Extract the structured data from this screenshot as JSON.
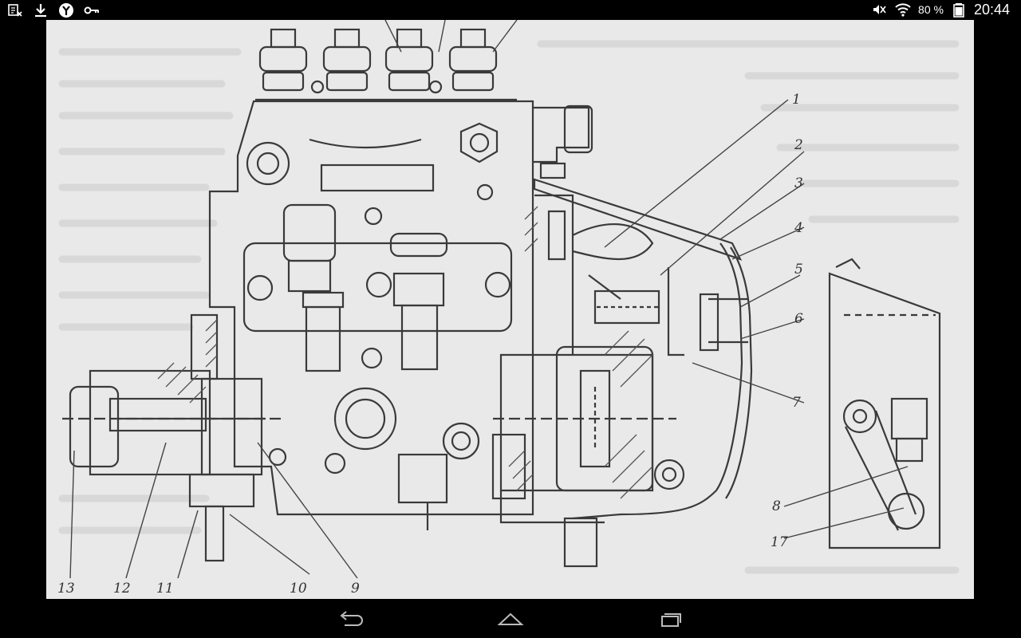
{
  "status_bar": {
    "left_icons": [
      "keyboard-x-icon",
      "download-icon",
      "y-app-icon",
      "key-icon"
    ],
    "right_icons": [
      "mute-icon",
      "wifi-icon"
    ],
    "battery": "80 %",
    "time": "20:44"
  },
  "diagram": {
    "callouts": [
      "1",
      "2",
      "3",
      "4",
      "5",
      "6",
      "7",
      "8",
      "9",
      "10",
      "11",
      "12",
      "13",
      "17"
    ]
  },
  "nav_bar": {
    "buttons": [
      "back-icon",
      "home-icon",
      "recents-icon"
    ]
  },
  "colors": {
    "bar_bg": "#000000",
    "paper": "#e9e9e9",
    "ink": "#333333"
  }
}
